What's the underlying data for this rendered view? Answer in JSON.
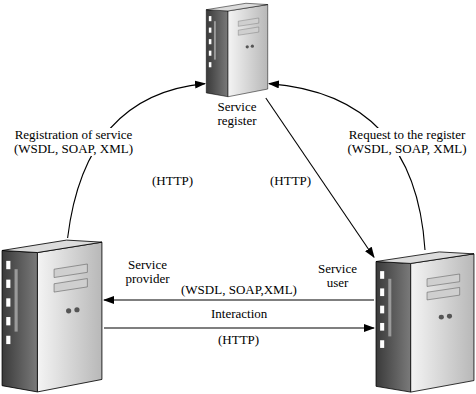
{
  "diagram": {
    "nodes": [
      {
        "text": [
          "Service register"
        ]
      },
      {
        "text": [
          "Service provider"
        ]
      },
      {
        "text": [
          "Service user"
        ]
      }
    ],
    "edges": [
      {
        "from": 1,
        "to": 0,
        "arrow": "to",
        "label": "Registration of service (WSDL, SOAP, XML)"
      },
      {
        "from": 2,
        "to": 0,
        "arrow": "to",
        "label": "Request to the register (WSDL, SOAP, XML)"
      },
      {
        "from": 0,
        "to": 2,
        "arrow": "to",
        "label": "(HTTP)"
      },
      {
        "from": 2,
        "to": 1,
        "arrow": "to",
        "label": "(WSDL, SOAP,XML)"
      },
      {
        "from": 1,
        "to": 2,
        "arrow": "to",
        "label": "(HTTP)"
      }
    ],
    "labels": [
      "(HTTP)",
      "Interaction"
    ]
  }
}
